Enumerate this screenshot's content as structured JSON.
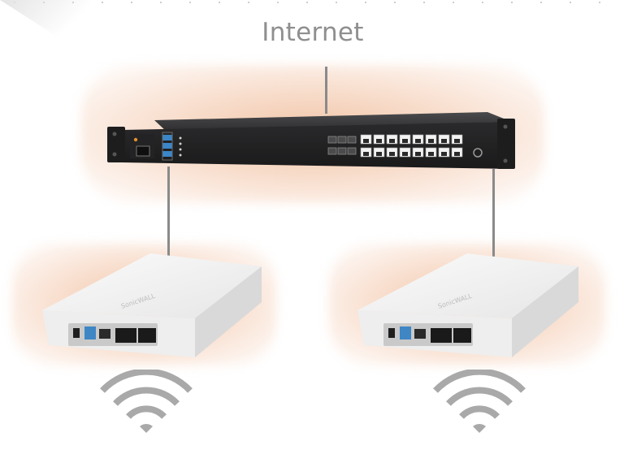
{
  "diagram": {
    "title": "Internet",
    "nodes": [
      {
        "id": "firewall",
        "type": "rack-mount firewall appliance"
      },
      {
        "id": "access-point-left",
        "type": "wireless access point"
      },
      {
        "id": "access-point-right",
        "type": "wireless access point"
      }
    ],
    "edges": [
      {
        "from": "internet",
        "to": "firewall"
      },
      {
        "from": "firewall",
        "to": "access-point-left"
      },
      {
        "from": "firewall",
        "to": "access-point-right"
      }
    ],
    "icons": {
      "left_signal": "wifi-signal-icon",
      "right_signal": "wifi-signal-icon"
    },
    "colors": {
      "glow": "#ecb088",
      "cable": "#8a8a8a",
      "label": "#8f8f8f",
      "firewall_body": "#2b2b2d",
      "ap_body": "#f4f4f4",
      "signal": "#a9a9a9"
    }
  }
}
